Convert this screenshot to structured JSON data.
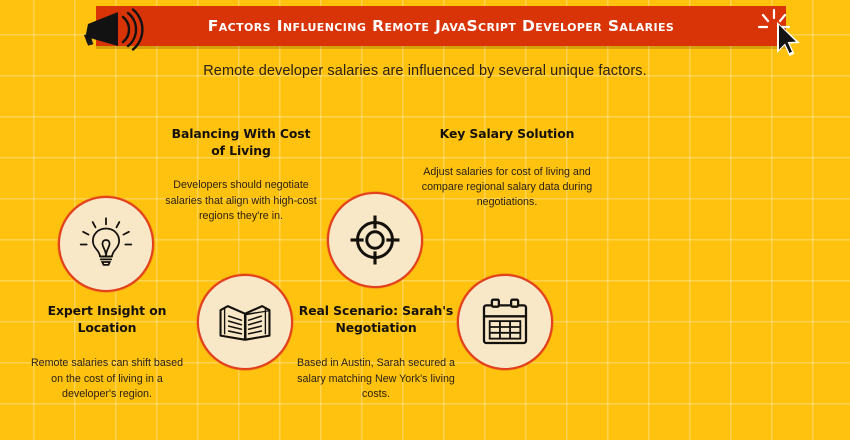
{
  "banner": {
    "title": "Factors Influencing Remote JavaScript Developer Salaries",
    "bar_color": "#D93408",
    "title_color": "#FFFFFF",
    "megaphone_icon": "megaphone-icon",
    "cursor_icon": "click-cursor-icon"
  },
  "subtitle": "Remote developer salaries are influenced by several unique factors.",
  "theme": {
    "background_color": "#FFC20E",
    "grid_line_color": "#FFD86B",
    "circle_fill": "#F8E8C8",
    "circle_ring": "#E2401C",
    "text_color": "#2B2118",
    "heading_color": "#15110D"
  },
  "items": [
    {
      "id": "expert-insight-on-location",
      "icon": "lightbulb-icon",
      "heading": "Expert Insight on Location",
      "body": "Remote salaries can shift based on the cost of living in a developer's region."
    },
    {
      "id": "balancing-with-cost-of-living",
      "icon": "open-book-icon",
      "heading": "Balancing With Cost of Living",
      "body": "Developers should negotiate salaries that align with high-cost regions they're in."
    },
    {
      "id": "real-scenario-sarahs-negotiation",
      "icon": "target-crosshair-icon",
      "heading": "Real Scenario: Sarah's Negotiation",
      "body": "Based in Austin, Sarah secured a salary matching New York's living costs."
    },
    {
      "id": "key-salary-solution",
      "icon": "calendar-icon",
      "heading": "Key Salary Solution",
      "body": "Adjust salaries for cost of living and compare regional salary data during negotiations."
    }
  ]
}
